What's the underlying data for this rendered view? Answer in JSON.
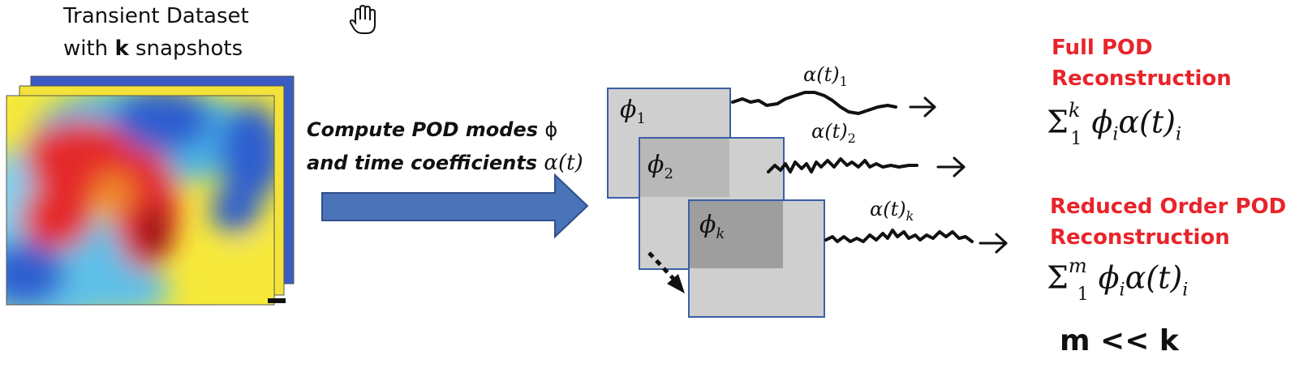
{
  "dataset_label": {
    "line1": "Transient Dataset",
    "line2_pre": "with ",
    "line2_bold": "k",
    "line2_post": " snapshots"
  },
  "compute_label": {
    "line1_text": "Compute POD modes ",
    "line1_sym": "ϕ",
    "line2_text": "and time coefficients ",
    "line2_sym": "α(t)"
  },
  "modes": [
    {
      "symbol": "ϕ",
      "sub": "1",
      "coef": "α(t)",
      "coef_sub": "1"
    },
    {
      "symbol": "ϕ",
      "sub": "2",
      "coef": "α(t)",
      "coef_sub": "2"
    },
    {
      "symbol": "ϕ",
      "sub": "k",
      "coef": "α(t)",
      "coef_sub": "k"
    }
  ],
  "full_pod": {
    "line1": "Full POD",
    "line2": "Reconstruction",
    "sum": "Σ",
    "upper": "k",
    "lower": "1",
    "term_phi": "ϕ",
    "term_i": "i",
    "term_alpha": "α(t)",
    "term_i2": "i"
  },
  "reduced_pod": {
    "line1": "Reduced Order POD",
    "line2": "Reconstruction",
    "sum": "Σ",
    "upper": "m",
    "lower": "1",
    "term_phi": "ϕ",
    "term_i": "i",
    "term_alpha": "α(t)",
    "term_i2": "i"
  },
  "condition": "m << k",
  "colors": {
    "accent_red": "#e8242b",
    "arrow_blue": "#4a73b8",
    "box_border": "#3b5fa5",
    "box_fill": "#cfcfcf"
  },
  "icons": {
    "cursor": "hand-cursor-icon"
  }
}
